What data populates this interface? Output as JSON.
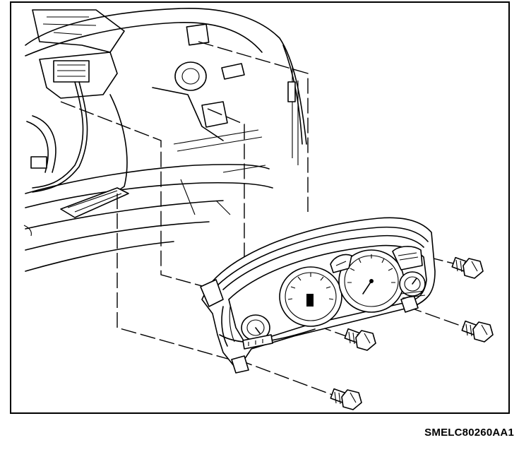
{
  "diagram": {
    "figure_code": "SMELC80260AA1",
    "parts": [
      {
        "name": "dashboard-cavity",
        "icon": "instrument-panel-opening"
      },
      {
        "name": "instrument-cluster",
        "icon": "gauge-cluster"
      },
      {
        "name": "mounting-screw",
        "count": 4,
        "icon": "hex-head-screw"
      }
    ]
  }
}
